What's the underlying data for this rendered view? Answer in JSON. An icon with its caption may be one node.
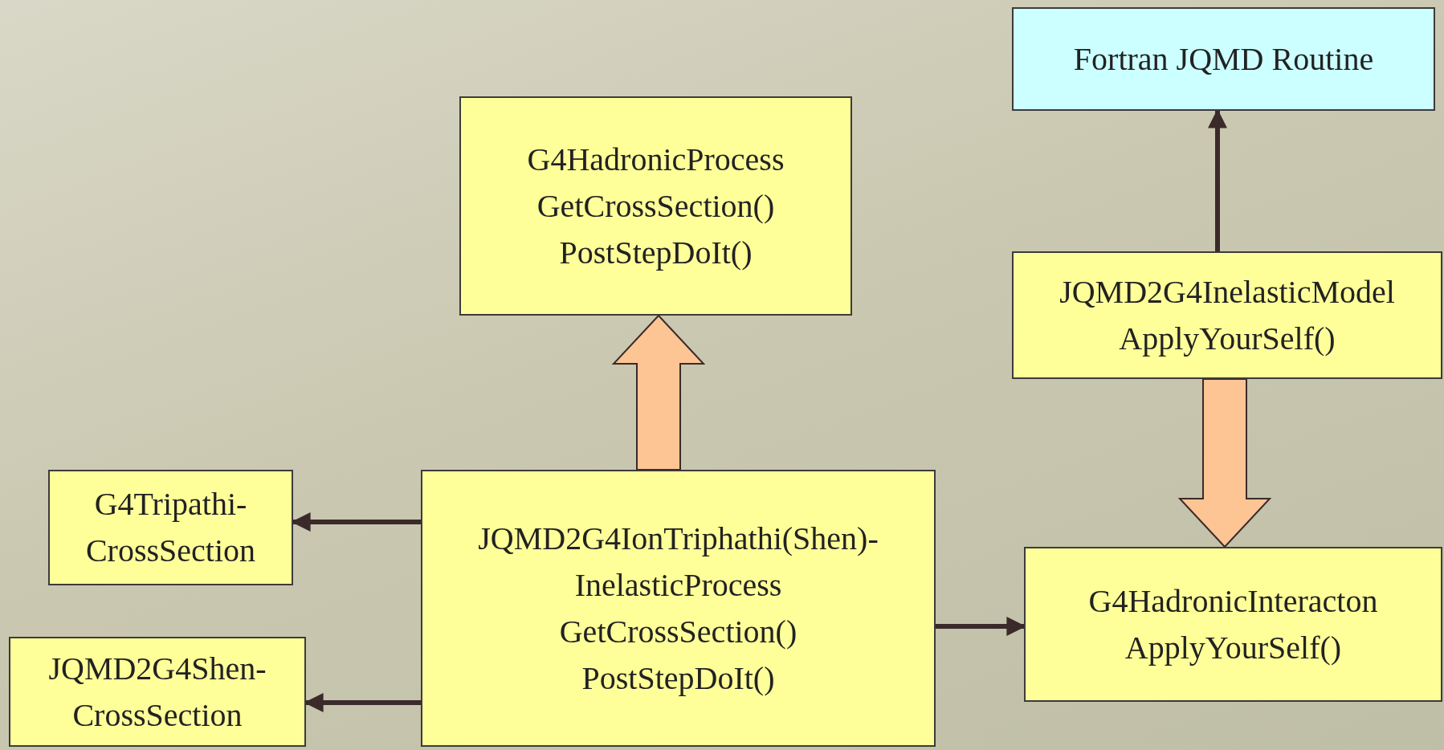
{
  "diagram": {
    "nodes": [
      {
        "text": [
          "Fortran JQMD Routine"
        ]
      },
      {
        "text": [
          "G4HadronicProcess",
          "GetCrossSection()",
          "PostStepDoIt()"
        ]
      },
      {
        "text": [
          "JQMD2G4InelasticModel",
          "ApplyYourSelf()"
        ]
      },
      {
        "text": [
          "G4Tripathi- CrossSection"
        ]
      },
      {
        "text": [
          "JQMD2G4IonTriphathi(Shen)- InelasticProcess",
          "GetCrossSection()",
          "PostStepDoIt()"
        ]
      },
      {
        "text": [
          "G4HadronicInteracton",
          "ApplyYourSelf()"
        ]
      },
      {
        "text": [
          "JQMD2G4Shen- CrossSection"
        ]
      }
    ],
    "edges": [
      {
        "from": 4,
        "to": 1,
        "arrow": "to",
        "style": "thick",
        "color": "#fdc494"
      },
      {
        "from": 2,
        "to": 0,
        "arrow": "to"
      },
      {
        "from": 2,
        "to": 5,
        "arrow": "to",
        "style": "thick",
        "color": "#fdc494"
      },
      {
        "from": 4,
        "to": 3,
        "arrow": "to"
      },
      {
        "from": 4,
        "to": 5,
        "arrow": "to"
      },
      {
        "from": 4,
        "to": 6,
        "arrow": "to"
      }
    ]
  }
}
